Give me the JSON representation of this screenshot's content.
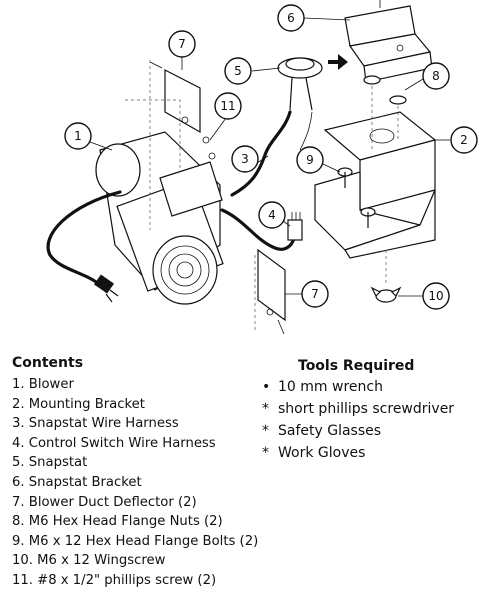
{
  "callouts": [
    "1",
    "2",
    "3",
    "4",
    "5",
    "6",
    "7",
    "7",
    "8",
    "9",
    "10",
    "11"
  ],
  "contents": {
    "title": "Contents",
    "items": [
      "1.  Blower",
      "2.  Mounting Bracket",
      "3.  Snapstat Wire Harness",
      "4.  Control Switch Wire Harness",
      "5.  Snapstat",
      "6.  Snapstat Bracket",
      "7.  Blower Duct Deflector (2)",
      "8.  M6 Hex Head Flange Nuts (2)",
      "9.  M6 x 12 Hex Head Flange Bolts (2)",
      "10. M6 x 12 Wingscrew",
      "11.  #8 x 1/2\" phillips screw (2)"
    ]
  },
  "tools": {
    "title": "Tools Required",
    "items": [
      {
        "bullet": "•",
        "label": "10 mm wrench"
      },
      {
        "bullet": "*",
        "label": "short phillips screwdriver"
      },
      {
        "bullet": "*",
        "label": "Safety Glasses"
      },
      {
        "bullet": "*",
        "label": "Work Gloves"
      }
    ]
  }
}
